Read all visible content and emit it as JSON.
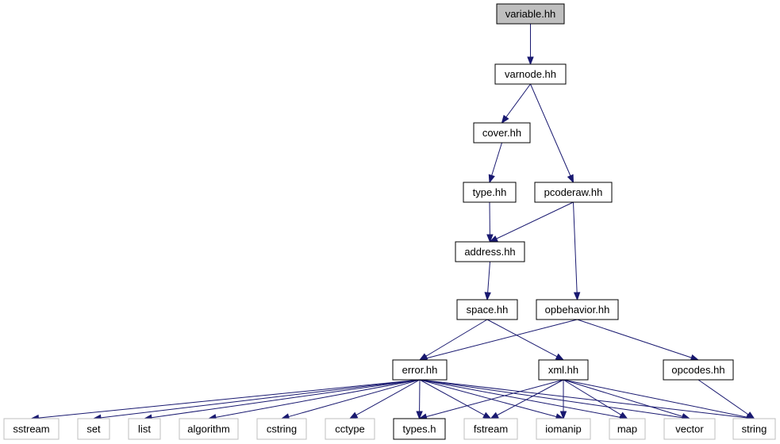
{
  "colors": {
    "edge": "#191970",
    "root_fill": "#bfbfbf",
    "node_border": "#000000",
    "system_border": "#bfbfbf",
    "background": "#ffffff"
  },
  "nodes": [
    {
      "id": "variable_hh",
      "label": "variable.hh",
      "kind": "root"
    },
    {
      "id": "varnode_hh",
      "label": "varnode.hh",
      "kind": "file"
    },
    {
      "id": "cover_hh",
      "label": "cover.hh",
      "kind": "file"
    },
    {
      "id": "pcoderaw_hh",
      "label": "pcoderaw.hh",
      "kind": "file"
    },
    {
      "id": "type_hh",
      "label": "type.hh",
      "kind": "file"
    },
    {
      "id": "address_hh",
      "label": "address.hh",
      "kind": "file"
    },
    {
      "id": "space_hh",
      "label": "space.hh",
      "kind": "file"
    },
    {
      "id": "opbehavior_hh",
      "label": "opbehavior.hh",
      "kind": "file"
    },
    {
      "id": "error_hh",
      "label": "error.hh",
      "kind": "file"
    },
    {
      "id": "xml_hh",
      "label": "xml.hh",
      "kind": "file"
    },
    {
      "id": "opcodes_hh",
      "label": "opcodes.hh",
      "kind": "file"
    },
    {
      "id": "sstream",
      "label": "sstream",
      "kind": "system"
    },
    {
      "id": "set",
      "label": "set",
      "kind": "system"
    },
    {
      "id": "list",
      "label": "list",
      "kind": "system"
    },
    {
      "id": "algorithm",
      "label": "algorithm",
      "kind": "system"
    },
    {
      "id": "cstring",
      "label": "cstring",
      "kind": "system"
    },
    {
      "id": "cctype",
      "label": "cctype",
      "kind": "system"
    },
    {
      "id": "types_h",
      "label": "types.h",
      "kind": "file"
    },
    {
      "id": "fstream",
      "label": "fstream",
      "kind": "system"
    },
    {
      "id": "iomanip",
      "label": "iomanip",
      "kind": "system"
    },
    {
      "id": "map",
      "label": "map",
      "kind": "system"
    },
    {
      "id": "vector",
      "label": "vector",
      "kind": "system"
    },
    {
      "id": "string",
      "label": "string",
      "kind": "system"
    }
  ],
  "edges": [
    [
      "variable_hh",
      "varnode_hh"
    ],
    [
      "varnode_hh",
      "cover_hh"
    ],
    [
      "varnode_hh",
      "pcoderaw_hh"
    ],
    [
      "cover_hh",
      "type_hh"
    ],
    [
      "type_hh",
      "address_hh"
    ],
    [
      "pcoderaw_hh",
      "address_hh"
    ],
    [
      "pcoderaw_hh",
      "opbehavior_hh"
    ],
    [
      "address_hh",
      "space_hh"
    ],
    [
      "space_hh",
      "error_hh"
    ],
    [
      "space_hh",
      "xml_hh"
    ],
    [
      "opbehavior_hh",
      "error_hh"
    ],
    [
      "opbehavior_hh",
      "opcodes_hh"
    ],
    [
      "opcodes_hh",
      "string"
    ],
    [
      "error_hh",
      "sstream"
    ],
    [
      "error_hh",
      "set"
    ],
    [
      "error_hh",
      "list"
    ],
    [
      "error_hh",
      "algorithm"
    ],
    [
      "error_hh",
      "cstring"
    ],
    [
      "error_hh",
      "cctype"
    ],
    [
      "error_hh",
      "types_h"
    ],
    [
      "error_hh",
      "fstream"
    ],
    [
      "error_hh",
      "iomanip"
    ],
    [
      "error_hh",
      "map"
    ],
    [
      "error_hh",
      "vector"
    ],
    [
      "error_hh",
      "string"
    ],
    [
      "xml_hh",
      "types_h"
    ],
    [
      "xml_hh",
      "fstream"
    ],
    [
      "xml_hh",
      "iomanip"
    ],
    [
      "xml_hh",
      "map"
    ],
    [
      "xml_hh",
      "vector"
    ],
    [
      "xml_hh",
      "string"
    ]
  ]
}
